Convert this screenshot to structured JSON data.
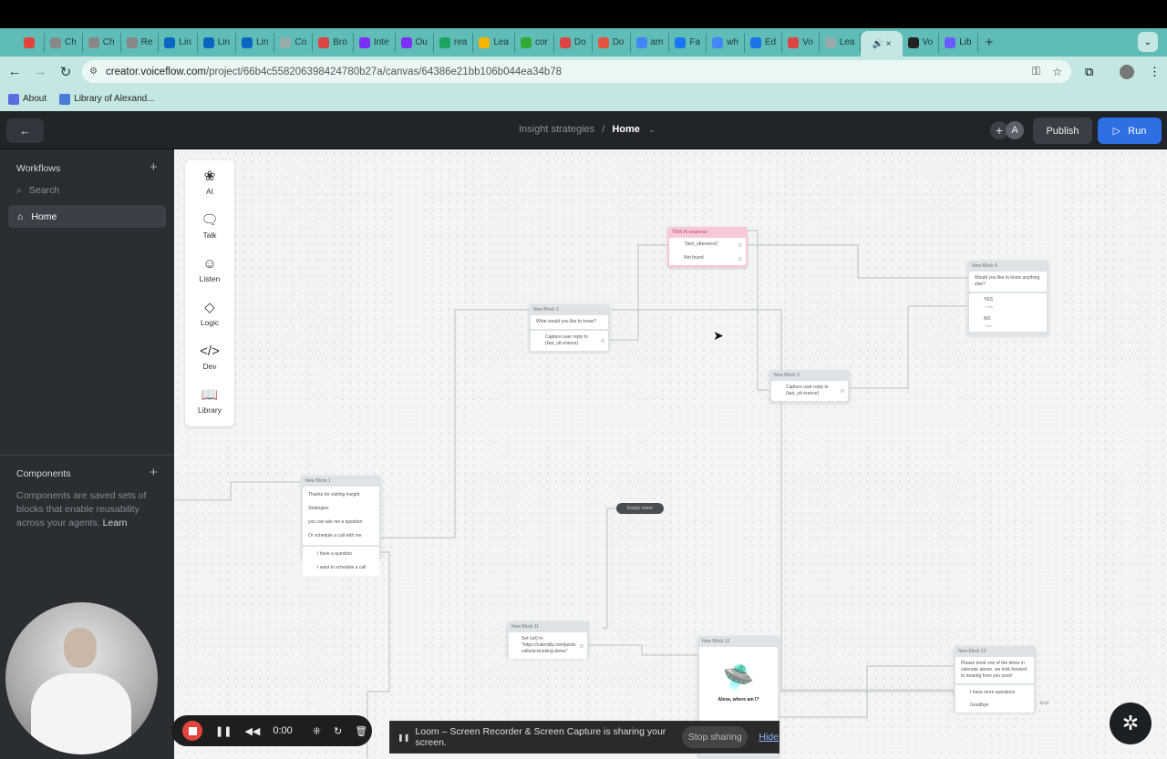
{
  "browser": {
    "tabs": [
      {
        "label": "",
        "color": "#e2443c"
      },
      {
        "label": "Ch",
        "color": "#888"
      },
      {
        "label": "Ch",
        "color": "#888"
      },
      {
        "label": "Re",
        "color": "#888"
      },
      {
        "label": "Lin",
        "color": "#0a66c2"
      },
      {
        "label": "Lin",
        "color": "#0a66c2"
      },
      {
        "label": "Lin",
        "color": "#0a66c2"
      },
      {
        "label": "Co",
        "color": "#9aa"
      },
      {
        "label": "Bro",
        "color": "#d44"
      },
      {
        "label": "Inte",
        "color": "#7b2ff7"
      },
      {
        "label": "Ou",
        "color": "#7b2ff7"
      },
      {
        "label": "rea",
        "color": "#1ea362"
      },
      {
        "label": "Lea",
        "color": "#f4b400"
      },
      {
        "label": "cor",
        "color": "#3a3"
      },
      {
        "label": "Do",
        "color": "#d44"
      },
      {
        "label": "Do",
        "color": "#e5533c"
      },
      {
        "label": "am",
        "color": "#4285f4"
      },
      {
        "label": "Fa",
        "color": "#1877f2"
      },
      {
        "label": "wh",
        "color": "#4285f4"
      },
      {
        "label": "Ed",
        "color": "#1a73e8"
      },
      {
        "label": "Vo",
        "color": "#d44"
      },
      {
        "label": "Lea",
        "color": "#9aa"
      }
    ],
    "active_tab": {
      "label": "🔊 ×"
    },
    "tabs_after": [
      {
        "label": "Vo",
        "color": "#222"
      },
      {
        "label": "Lib",
        "color": "#6a5cff"
      }
    ],
    "new_tab": "+",
    "tab_menu": "⌄",
    "url_domain": "creator.voiceflow.com",
    "url_path": "/project/66b4c558206398424780b27a/canvas/64386e21bb106b044ea34b78",
    "bookmarks": [
      {
        "label": "About",
        "color": "#5b6ee1"
      },
      {
        "label": "Library of Alexand...",
        "color": "#4a7bd8"
      }
    ]
  },
  "header": {
    "back": "←",
    "project": "Insight strategies",
    "separator": "/",
    "workflow": "Home",
    "avatar": "A",
    "publish": "Publish",
    "run": "Run"
  },
  "sidebar": {
    "workflows_title": "Workflows",
    "search_placeholder": "Search",
    "home": "Home",
    "components_title": "Components",
    "components_desc": "Components are saved sets of blocks that enable reusability across your agents.",
    "learn": "Learn"
  },
  "palette": [
    {
      "label": "AI",
      "icon": "❀"
    },
    {
      "label": "Talk",
      "icon": "🗨"
    },
    {
      "label": "Listen",
      "icon": "☺"
    },
    {
      "label": "Logic",
      "icon": "◇"
    },
    {
      "label": "Dev",
      "icon": "</>"
    },
    {
      "label": "Library",
      "icon": "📖"
    }
  ],
  "nodes": {
    "ai": {
      "title": "TRW AI response",
      "s1": "\"{last_utterance}\"",
      "s2": "Not found"
    },
    "b2": {
      "title": "New Block 2",
      "s1": "What would you like to know?",
      "s2": "Capture user reply to {last_utt erance}"
    },
    "b3": {
      "title": "New Block 3",
      "s1": "Capture user reply to {last_utt erance}"
    },
    "b4": {
      "title": "New Block 4",
      "s1": "Would you like to know anything else?",
      "yes": "YES",
      "yes_sub": "+ Yes",
      "no": "NO",
      "no_sub": "+ No"
    },
    "b1": {
      "title": "New Block 1",
      "s1": "Thanks for visiting Insight Strategies",
      "s2": "you can ask me a question",
      "s3": "Or schedule a call with me",
      "c1": "I have a question",
      "c2": "I want to schedule a call"
    },
    "empty": "Empty intent",
    "b11": {
      "title": "New Block 11",
      "s1": "Set {url} to \"https://calendly.com/jacob-callo/ai-booking-demo\""
    },
    "b12": {
      "title": "New Block 12",
      "s1": "Alexa, where am I?"
    },
    "b13": {
      "title": "New Block 13",
      "s1": "Please book one of the times in calendar above. we look forward to hearing from you soon!",
      "c1": "I have more questions",
      "c2": "Goodbye",
      "end": "End"
    }
  },
  "loom": {
    "time": "0:00",
    "message": "Loom – Screen Recorder & Screen Capture is sharing your screen.",
    "stop": "Stop sharing",
    "hide": "Hide"
  }
}
